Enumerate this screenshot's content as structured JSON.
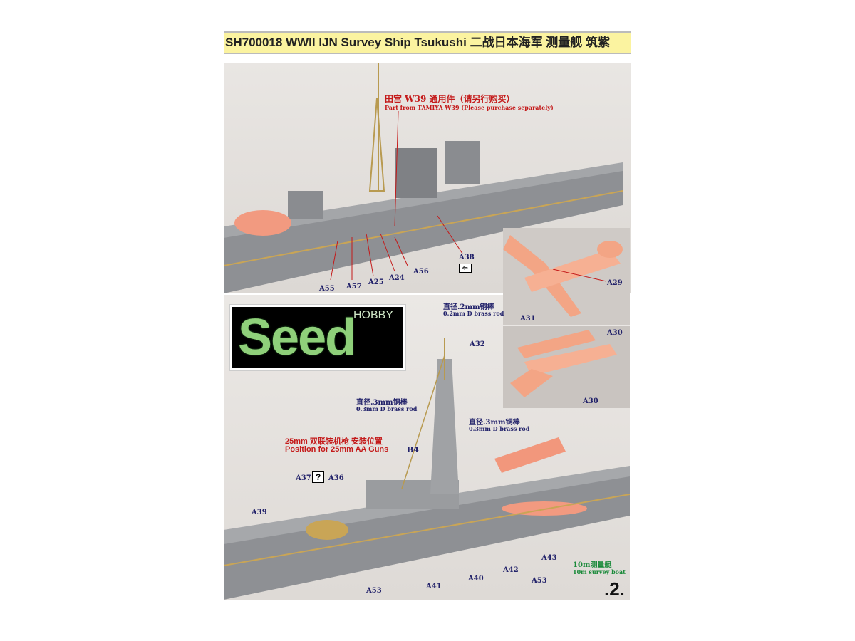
{
  "header": {
    "title": "SH700018 WWII IJN Survey Ship Tsukushi 二战日本海军 测量舰 筑紫"
  },
  "top_photo": {
    "note_cn": "田宫 W39 通用件（请另行购买）",
    "note_en": "Part from TAMIYA W39 (Please purchase separately)",
    "labels": [
      "A55",
      "A57",
      "A25",
      "A24",
      "A56",
      "A38"
    ]
  },
  "inset_plane1": {
    "labels": [
      "A29",
      "A31"
    ],
    "rod_cn": "直径.2mm铜棒",
    "rod_en": "0.2mm D brass rod"
  },
  "inset_plane2": {
    "labels": [
      "A30",
      "A30"
    ]
  },
  "logo": {
    "brand": "Seed",
    "sub": "HOBBY"
  },
  "bottom_photo": {
    "a32": "A32",
    "rod1_cn": "直径.3mm铜棒",
    "rod1_en": "0.3mm D brass rod",
    "rod2_cn": "直径.3mm铜棒",
    "rod2_en": "0.3mm D brass rod",
    "aa_cn": "25mm 双联装机枪 安装位置",
    "aa_en": "Position for 25mm AA Guns",
    "labels": [
      "B4",
      "A37",
      "?",
      "A36",
      "A39",
      "A53",
      "A41",
      "A40",
      "A42",
      "A53",
      "A43"
    ],
    "boat_cn": "10m测量艇",
    "boat_en": "10m survey boat"
  },
  "page_number": ".2."
}
